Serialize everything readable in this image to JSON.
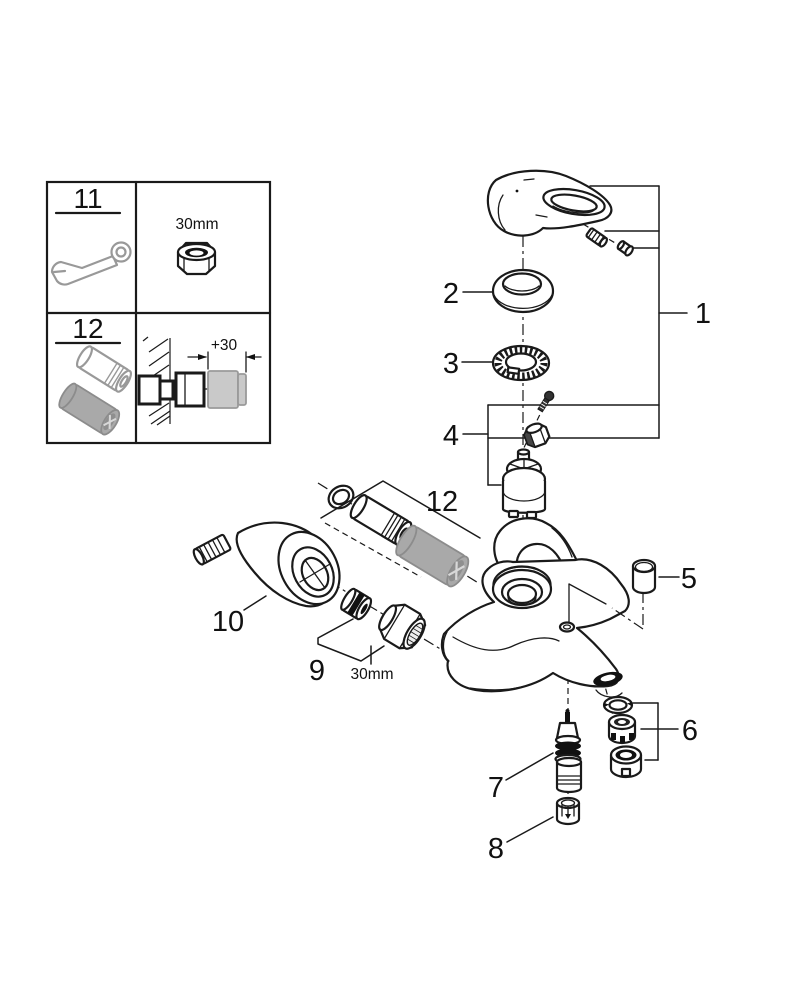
{
  "diagram_type": "exploded-parts-diagram",
  "colors": {
    "line": "#1a1a1a",
    "gray_part": "#a9a9a9",
    "gray_light": "#c9c9c9",
    "background": "#ffffff"
  },
  "legend": {
    "tool_number": "11",
    "tool_nut_size": "30mm",
    "extension_number": "12",
    "extension_dimension": "+30",
    "icons": {
      "tool": "wrench-icon",
      "tool_size": "hex-nut-icon",
      "extension": "extension-sleeve-set-icon",
      "mounting": "wall-cross-section-icon"
    }
  },
  "labels": {
    "part1": "1",
    "part2": "2",
    "part3": "3",
    "part4": "4",
    "part5": "5",
    "part6": "6",
    "part7": "7",
    "part8": "8",
    "part9": "9",
    "part10": "10",
    "part12": "12"
  },
  "annotations": {
    "nut_size": "30mm"
  }
}
